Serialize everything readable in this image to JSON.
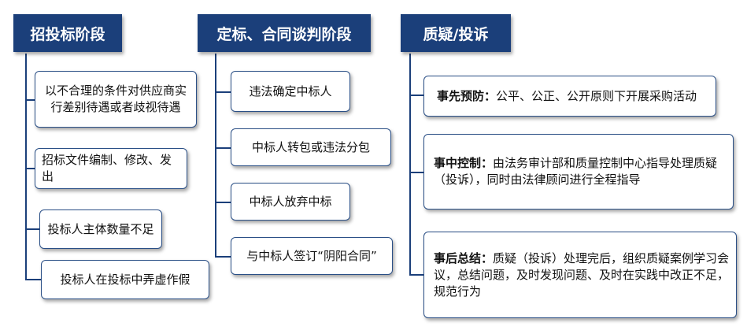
{
  "columns": [
    {
      "title": "招投标阶段",
      "items": [
        "以不合理的条件对供应商实行差别待遇或者歧视待遇",
        "招标文件编制、修改、发出",
        "投标人主体数量不足",
        "投标人在投标中弄虚作假"
      ]
    },
    {
      "title": "定标、合同谈判阶段",
      "items": [
        "违法确定中标人",
        "中标人转包或违法分包",
        "中标人放弃中标",
        "与中标人签订“阴阳合同”"
      ]
    },
    {
      "title": "质疑/投诉",
      "items": [
        {
          "label": "事先预防：",
          "text": "公平、公正、公开原则下开展采购活动"
        },
        {
          "label": "事中控制：",
          "text": "由法务审计部和质量控制中心指导处理质疑（投诉），同时由法律顾问进行全程指导"
        },
        {
          "label": "事后总结：",
          "text": "质疑（投诉）处理完后，组织质疑案例学习会议，总结问题，及时发现问题、及时在实践中改正不足，规范行为"
        }
      ]
    }
  ],
  "colors": {
    "header": "#1b3f7a",
    "border": "#2a4f86",
    "background": "#ffffff"
  }
}
